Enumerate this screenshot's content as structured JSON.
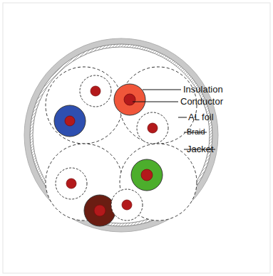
{
  "diagram": {
    "labels": [
      "Insulation",
      "Conductor",
      "AL foil",
      "Braid",
      "Jacket"
    ]
  }
}
